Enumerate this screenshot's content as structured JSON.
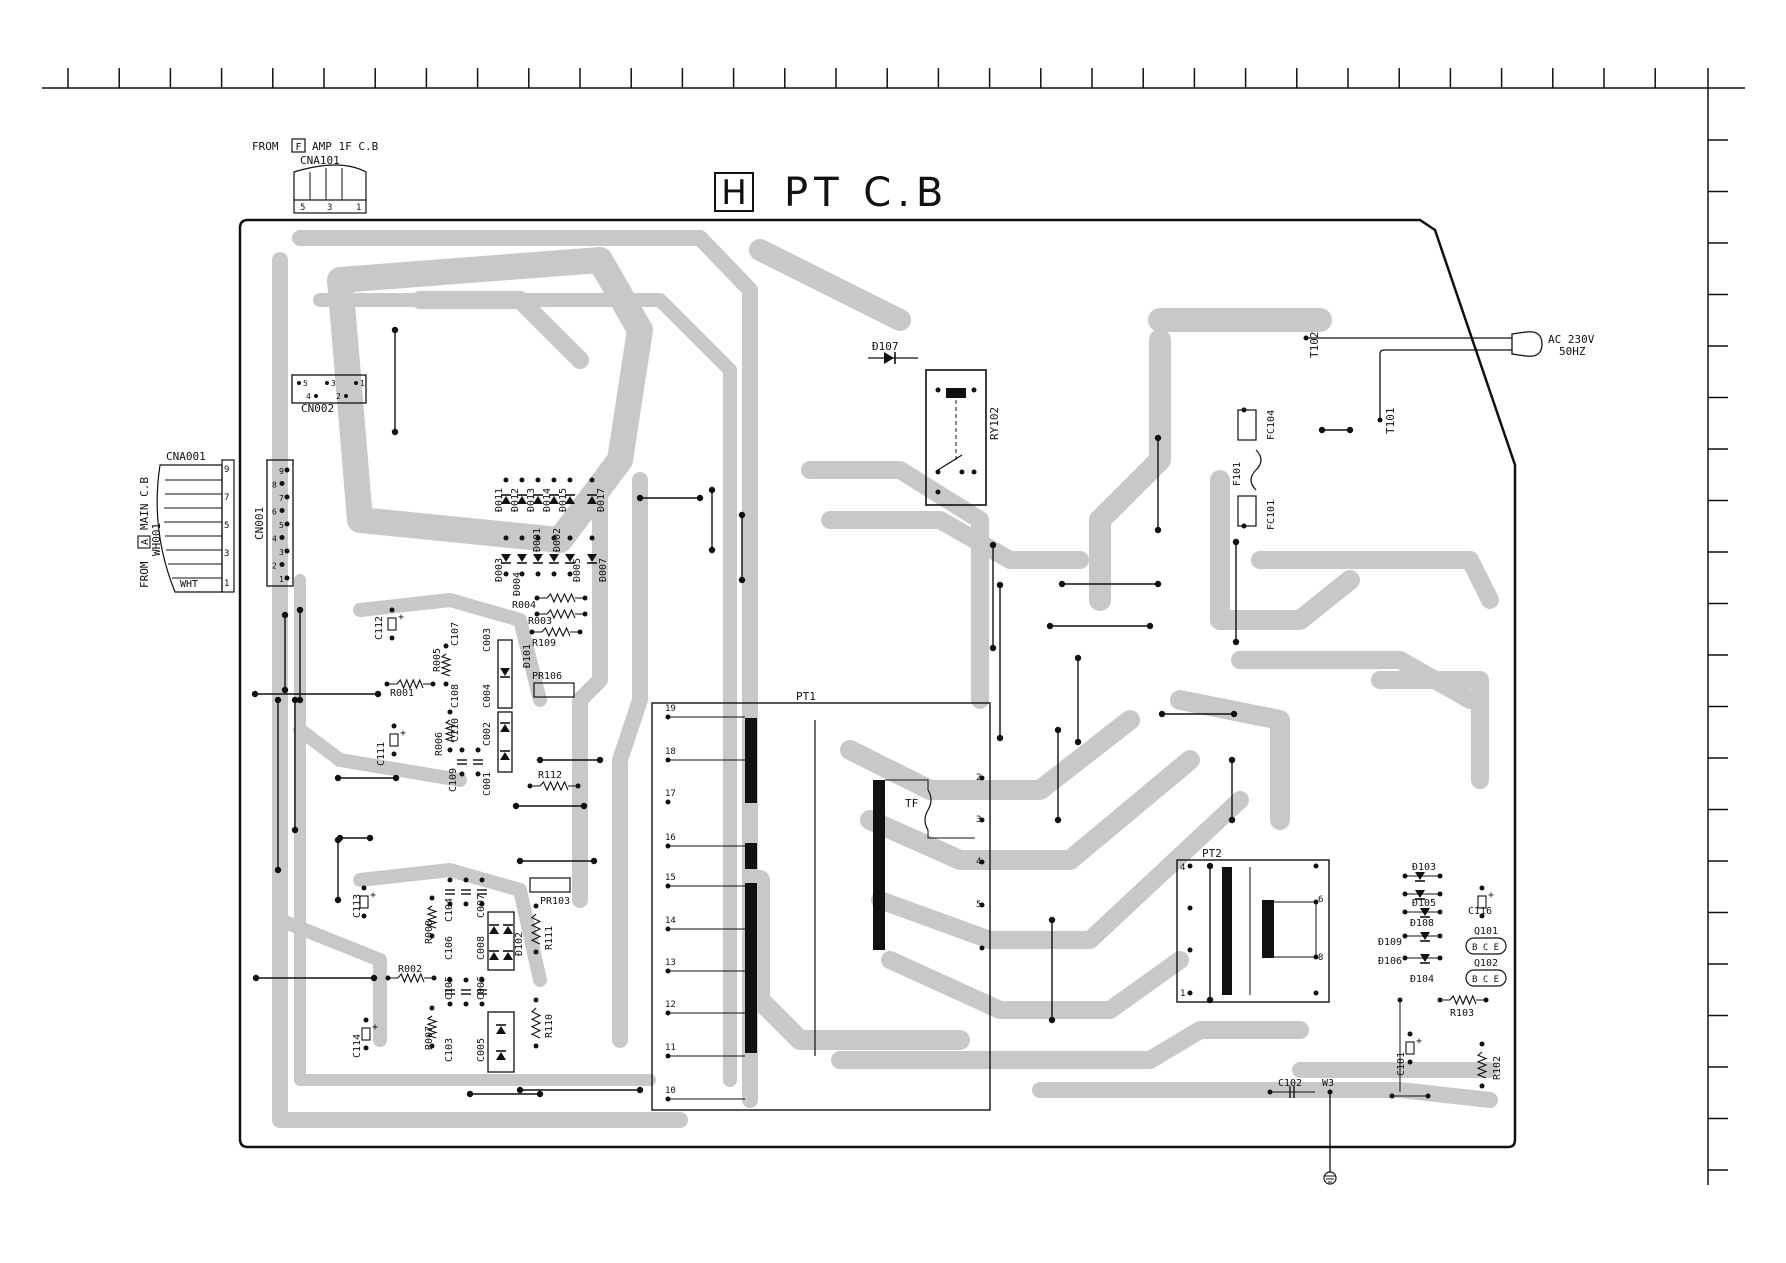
{
  "title": {
    "board_letter": "H",
    "board_name": "PT C.B"
  },
  "connectors": {
    "cna101": {
      "from": "FROM",
      "from_box": "F",
      "from_rest": "AMP 1F C.B",
      "name": "CNA101",
      "pins": [
        "5",
        "3",
        "1"
      ]
    },
    "cna001": {
      "name": "CNA001",
      "from": "FROM",
      "from_box": "A",
      "from_rest": "MAIN C.B",
      "harness": "WH001",
      "wire": "WHT",
      "pins": [
        "9",
        "7",
        "5",
        "3",
        "1"
      ]
    },
    "cn001": {
      "name": "CN001",
      "pins": [
        "9",
        "8",
        "7",
        "6",
        "5",
        "4",
        "3",
        "2",
        "1"
      ]
    },
    "cn002": {
      "name": "CN002",
      "pins": [
        "5",
        "3",
        "1",
        "4",
        "2"
      ]
    }
  },
  "ac_input": {
    "line1": "AC 230V",
    "line2": "50HZ"
  },
  "parts": {
    "d107": "Đ107",
    "ry102": "RY102",
    "t102": "T102",
    "t101": "T101",
    "fc104": "FC104",
    "f101": "F101",
    "fc101": "FC101",
    "diodes_top": [
      "Đ011",
      "Đ012",
      "Đ013",
      "Đ014",
      "Đ015"
    ],
    "diodes_mid": [
      "Đ001",
      "Đ002"
    ],
    "d017": "Đ017",
    "diodes_bottom": [
      "Đ003",
      "Đ004",
      "Đ005",
      "Đ007"
    ],
    "r004": "R004",
    "r003": "R003",
    "r109": "R109",
    "c112": "C112",
    "r005": "R005",
    "c107": "C107",
    "c003": "C003",
    "d101": "Đ101",
    "r001": "R001",
    "c108": "C108",
    "c004": "C004",
    "pr106": "PR106",
    "c111": "C111",
    "r006": "R006",
    "c110": "C110",
    "c002": "C002",
    "c109": "C109",
    "c001": "C001",
    "r112": "R112",
    "pr103": "PR103",
    "r111": "R111",
    "c113": "C113",
    "r008": "R008",
    "c104": "C104",
    "c106": "C106",
    "c007": "C007",
    "c008": "C008",
    "d102": "Đ102",
    "r002": "R002",
    "c105": "C105",
    "c006": "C006",
    "c114": "C114",
    "r007": "R007",
    "c103": "C103",
    "c005": "C005",
    "r110": "R110",
    "tf": "TF",
    "d103": "Đ103",
    "d105": "Đ105",
    "c116": "C116",
    "d108": "Đ108",
    "d109": "Đ109",
    "q101": "Q101",
    "q102": "Q102",
    "d106": "Đ106",
    "d104": "Đ104",
    "q_pins": "B C E",
    "r103": "R103",
    "r102": "R102",
    "c101": "C101",
    "c102": "C102",
    "w3": "W3"
  },
  "transformer_pt1": {
    "name": "PT1",
    "primary_pins": [
      "19",
      "18",
      "17",
      "16",
      "15",
      "14",
      "13",
      "12",
      "11",
      "10"
    ],
    "secondary_pins": [
      "2",
      "3",
      "4",
      "5"
    ]
  },
  "transformer_pt2": {
    "name": "PT2",
    "left_pins": [
      "4",
      "1"
    ],
    "right_pins": [
      "6",
      "8"
    ]
  }
}
